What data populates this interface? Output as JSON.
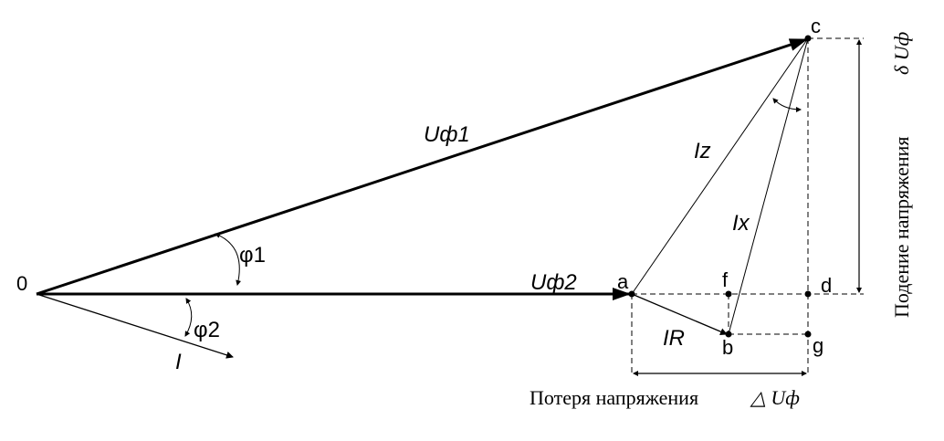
{
  "points": {
    "origin": "0",
    "a": "a",
    "b": "b",
    "c": "c",
    "d": "d",
    "f": "f",
    "g": "g"
  },
  "vectors": {
    "u1": "Uф1",
    "u2": "Uф2",
    "current": "I",
    "iz": "Iz",
    "ix": "Ix",
    "ir": "IR"
  },
  "angles": {
    "phi1": "φ1",
    "phi2": "φ2"
  },
  "captions": {
    "loss": "Потеря напряжения",
    "loss_symbol": "△ Uф",
    "drop": "Подение напряжения",
    "drop_symbol": "δ Uф"
  },
  "colors": {
    "ink": "#000000",
    "background": "#ffffff"
  }
}
